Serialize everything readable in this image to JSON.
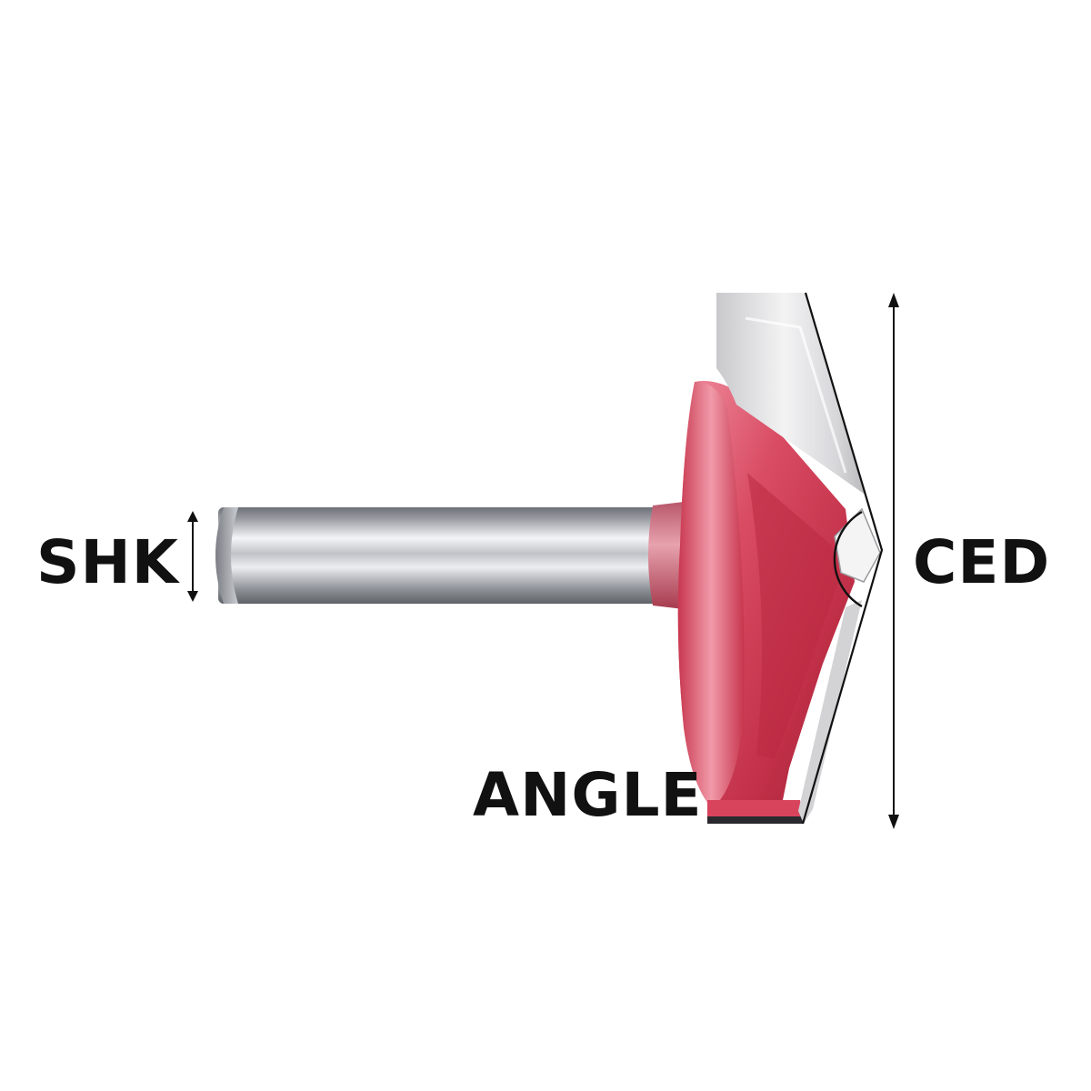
{
  "labels": {
    "shank": "SHK",
    "cutting_edge_diameter": "CED",
    "angle": "ANGLE"
  },
  "colors": {
    "background": "#ffffff",
    "label_text": "#111111",
    "body_red": "#d8485e",
    "body_red_light": "#ee8c9c",
    "body_red_dark": "#9e1f33",
    "shank_steel": "#b5b8be",
    "blade_steel": "#dcdcde",
    "dimension_line": "#111111"
  },
  "icons": {
    "shank_dimension": "double-arrow-vertical-icon",
    "ced_dimension": "double-arrow-vertical-icon",
    "angle_marker": "arc-angle-icon"
  }
}
